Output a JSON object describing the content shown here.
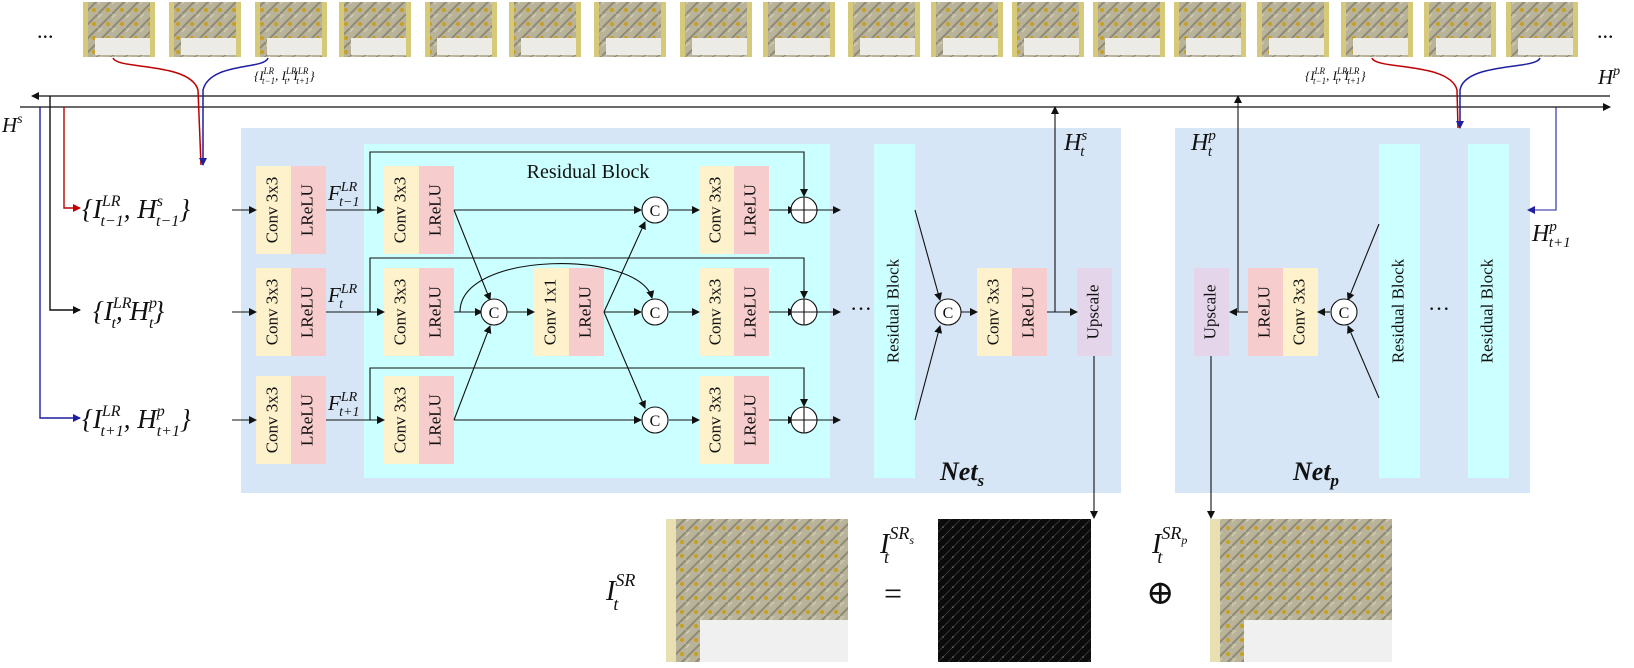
{
  "diagram": {
    "ellipsis": "...",
    "bottom_ellipsis": "···",
    "netS_title": "Residual Block",
    "labels": {
      "net_s": "Net",
      "net_s_sub": "s",
      "net_p": "Net",
      "net_p_sub": "p",
      "h_s_main": "H",
      "h_s_sup": "s",
      "h_p_main": "H",
      "h_p_sup": "p",
      "h_t_s_main": "H",
      "h_t_s_sup": "s",
      "h_t_s_sub": "t",
      "h_t_p_main": "H",
      "h_t_p_sup": "p",
      "h_t_p_sub": "t",
      "h_t1_p_main": "H",
      "h_t1_p_sup": "p",
      "h_t1_p_sub": "t+1",
      "triplet_left": "{I",
      "triplet_right": "{I",
      "isr_main": "I",
      "isr_sup": "SR",
      "isr_sub": "t",
      "isrs_main": "I",
      "isrs_sup": "SR",
      "isrs_supsub": "s",
      "isrs_sub": "t",
      "isrp_main": "I",
      "isrp_sup": "SR",
      "isrp_supsub": "p",
      "isrp_sub": "t",
      "equals": "=",
      "oplus": "⊕"
    },
    "inputs": [
      {
        "I_sub": "t−1",
        "H_sup": "s",
        "H_sub": "t−1",
        "F_sub": "t−1"
      },
      {
        "I_sub": "t",
        "H_sup": "p",
        "H_sub": "t",
        "F_sub": "t"
      },
      {
        "I_sub": "t+1",
        "H_sup": "p",
        "H_sub": "t+1",
        "F_sub": "t+1"
      }
    ],
    "block_labels": {
      "conv3": "Conv 3x3",
      "conv1": "Conv 1x1",
      "lrelu": "LReLU",
      "upscale": "Upscale",
      "residual_block": "Residual Block",
      "concat": "C",
      "lr": "LR",
      "F": "F",
      "I": "I",
      "H": "H"
    },
    "colors": {
      "conv": "#fdf2cc",
      "lrelu": "#f6cccc",
      "upscale": "#e5d5ea",
      "cyan": "#ccffff",
      "net_bg": "#d7e6f7",
      "red_arrow": "#c00000",
      "blue_arrow": "#1f1fa0"
    }
  }
}
